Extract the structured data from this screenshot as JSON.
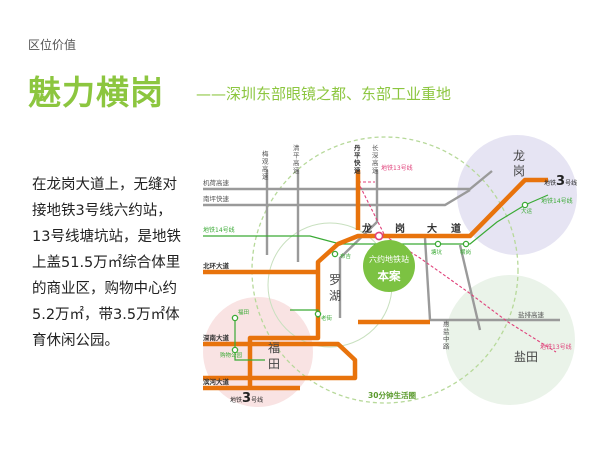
{
  "header": {
    "section_label": "区位价值",
    "title": "魅力横岗",
    "subtitle": "——深圳东部眼镜之都、东部工业重地"
  },
  "description": "在龙岗大道上，无缝对接地铁3号线六约站，13号线塘坑站，是地铁上盖51.5万㎡综合体里的商业区，购物中心约5.2万㎡，带3.5万㎡体育休闲公园。",
  "map": {
    "roads_vertical": [
      "梅观高速",
      "清平高速",
      "丹平快速",
      "长深高速"
    ],
    "roads_horizontal": [
      "机荷高速",
      "南坪快速",
      "北环大道",
      "深南大道",
      "滨河大道"
    ],
    "road_huize": "惠盐中路",
    "road_yanba": "盐排高速",
    "main_road_chars": [
      "龙",
      "岗",
      "大",
      "道"
    ],
    "districts": {
      "longgang": [
        "龙",
        "岗"
      ],
      "luohu": [
        "罗",
        "湖"
      ],
      "futian": [
        "福",
        "田"
      ],
      "yantian": "盐田"
    },
    "metro3_prefix": "地铁",
    "metro3_num": "3",
    "metro3_suffix": "号线",
    "metro13": "地铁13号线",
    "metro14": "地铁14号线",
    "stations": [
      "布吉",
      "塘坑",
      "横岗",
      "福田",
      "购物公园",
      "老街",
      "大运"
    ],
    "project_station": "六约地铁站",
    "project_label": "本案",
    "life_circle": "30分钟生活圈"
  },
  "colors": {
    "accent_green": "#8cc63f",
    "metro3_orange": "#e8730c",
    "metro14_green": "#3aaa35",
    "metro13_pink": "#e0417a",
    "road_gray": "#9a9a9a"
  }
}
